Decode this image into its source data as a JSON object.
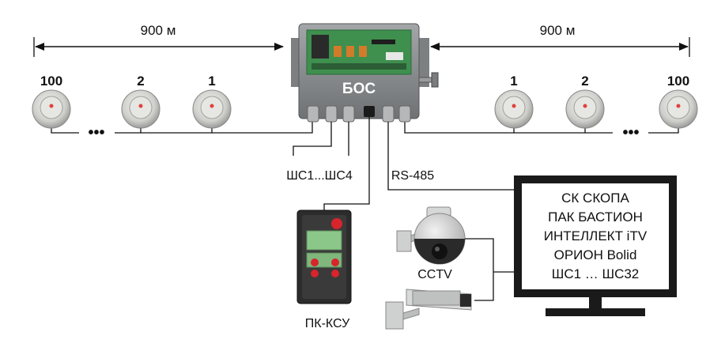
{
  "distances": {
    "left": "900 м",
    "right": "900 м"
  },
  "left_detectors": [
    "100",
    "2",
    "1"
  ],
  "right_detectors": [
    "1",
    "2",
    "100"
  ],
  "ellipsis": "•••",
  "controller": {
    "label": "БОС"
  },
  "signal_labels": {
    "zones": "ШС1...ШС4",
    "bus": "RS-485"
  },
  "handheld": {
    "label": "ПК-КСУ"
  },
  "cctv": {
    "label": "CCTV"
  },
  "monitor": {
    "lines": [
      "СК СКОПА",
      "ПАК БАСТИОН",
      "ИНТЕЛЛЕКТ iTV",
      "ОРИОН Bolid",
      "ШС1 … ШС32"
    ]
  },
  "colors": {
    "enclosure": "#8e9194",
    "board": "#3f8f4e",
    "device_body": "#2c2c2c",
    "device_screen": "#8cc78a",
    "button": "#d8242b",
    "detector_led": "#e0413b"
  }
}
